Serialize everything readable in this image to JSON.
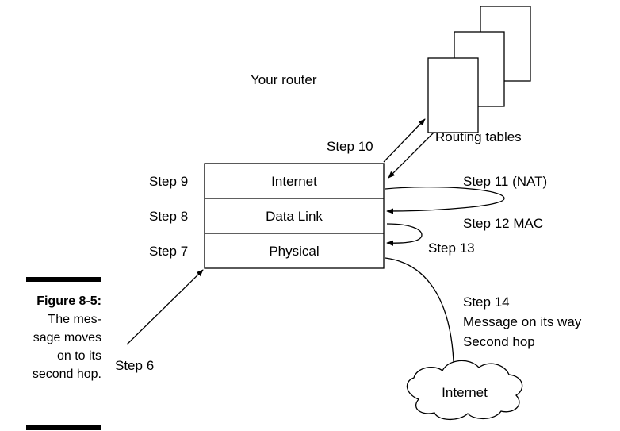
{
  "figure": {
    "number": "Figure 8-5:",
    "caption_lines": [
      "The mes-",
      "sage moves",
      "on to its",
      "second hop."
    ]
  },
  "router": {
    "title": "Your router",
    "layers": [
      "Internet",
      "Data Link",
      "Physical"
    ]
  },
  "routing_tables": {
    "label": "Routing tables"
  },
  "cloud": {
    "label": "Internet"
  },
  "steps": {
    "step6": "Step 6",
    "step7": "Step 7",
    "step8": "Step 8",
    "step9": "Step 9",
    "step10": "Step 10",
    "step11": "Step 11 (NAT)",
    "step12": "Step 12 MAC",
    "step13": "Step 13",
    "step14_lines": [
      "Step 14",
      "Message on its way",
      "Second hop"
    ]
  }
}
